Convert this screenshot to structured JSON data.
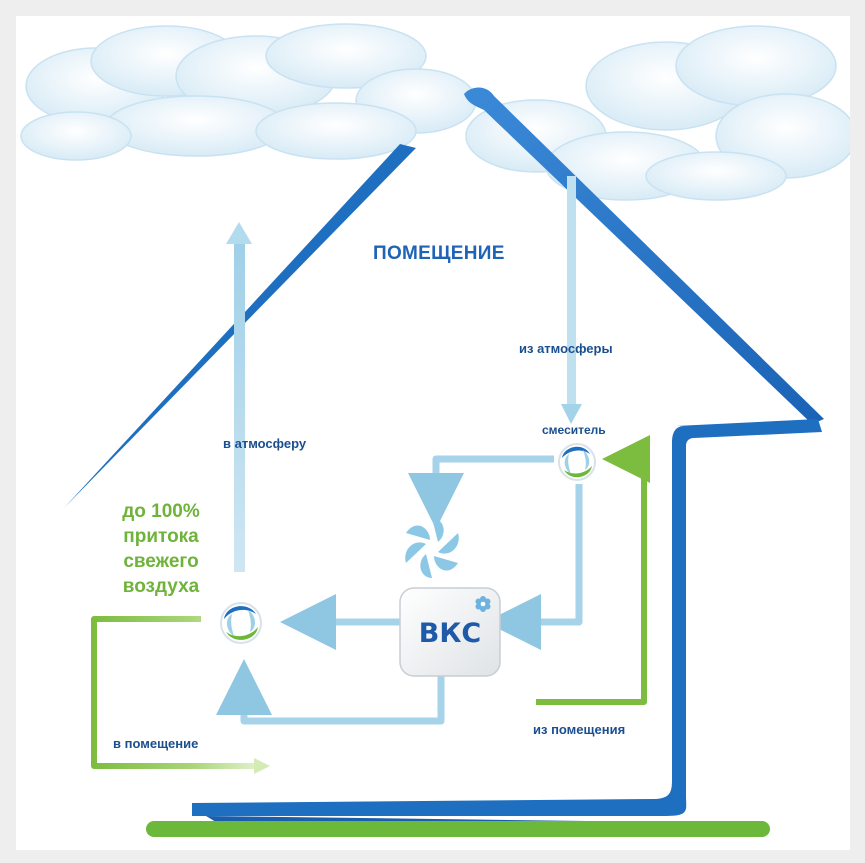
{
  "diagram": {
    "room_label": "ПОМЕЩЕНИЕ",
    "to_atmosphere": "в атмосферу",
    "from_atmosphere": "из атмосферы",
    "mixer": "смеситель",
    "fresh_air": [
      "до 100%",
      "притока",
      "свежего",
      "воздуха"
    ],
    "to_room": "в помещение",
    "from_room": "из помещения",
    "unit": "ВКС"
  },
  "colors": {
    "house_blue": "#1e6fc0",
    "arrow_light_blue": "#aed8ea",
    "green": "#7cbd3f",
    "ground_green": "#6cb83a"
  }
}
